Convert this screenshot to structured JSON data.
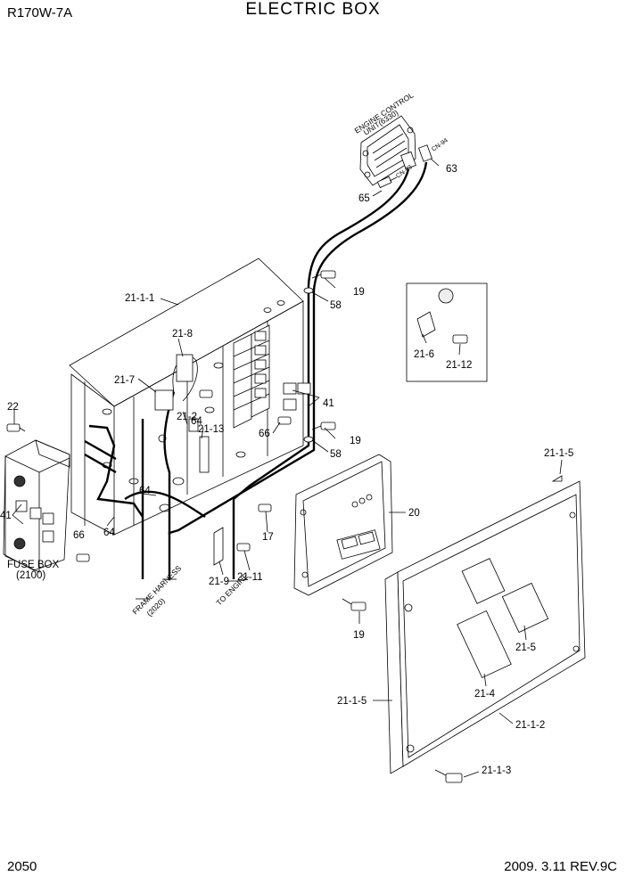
{
  "header": {
    "model": "R170W-7A",
    "title": "ELECTRIC BOX"
  },
  "footer": {
    "page_number": "2050",
    "revision": "2009.  3.11  REV.9C"
  },
  "callouts": {
    "c63": "63",
    "c65": "65",
    "c19_top": "19",
    "c58_top": "58",
    "c21_1_1": "21-1-1",
    "c21_8": "21-8",
    "c21_7": "21-7",
    "c21_2": "21-2",
    "c21_13": "21-13",
    "c64_mid": "64",
    "c41_right": "41",
    "c66_mid": "66",
    "c19_mid": "19",
    "c58_mid": "58",
    "c22": "22",
    "c41_left": "41",
    "c64_left_top": "64",
    "c64_left_bot": "64",
    "c66_left": "66",
    "c17": "17",
    "c20": "20",
    "c21_11": "21-11",
    "c21_9": "21-9",
    "c19_bottom": "19",
    "c21_6": "21-6",
    "c21_12": "21-12",
    "c21_1_5_top": "21-1-5",
    "c21_5": "21-5",
    "c21_4": "21-4",
    "c21_1_5_left": "21-1-5",
    "c21_1_2": "21-1-2",
    "c21_1_3": "21-1-3"
  },
  "labels": {
    "fuse_box": "FUSE BOX",
    "fuse_box_code": "(2100)",
    "frame_harness": "FRAME HARNESS",
    "frame_harness_code": "(2020)",
    "to_engine": "TO ENGINE",
    "ecu_line1": "ENGINE CONTROL",
    "ecu_line2": "UNIT(6330)",
    "cn93": "CN-93",
    "cn94": "CN-94"
  }
}
